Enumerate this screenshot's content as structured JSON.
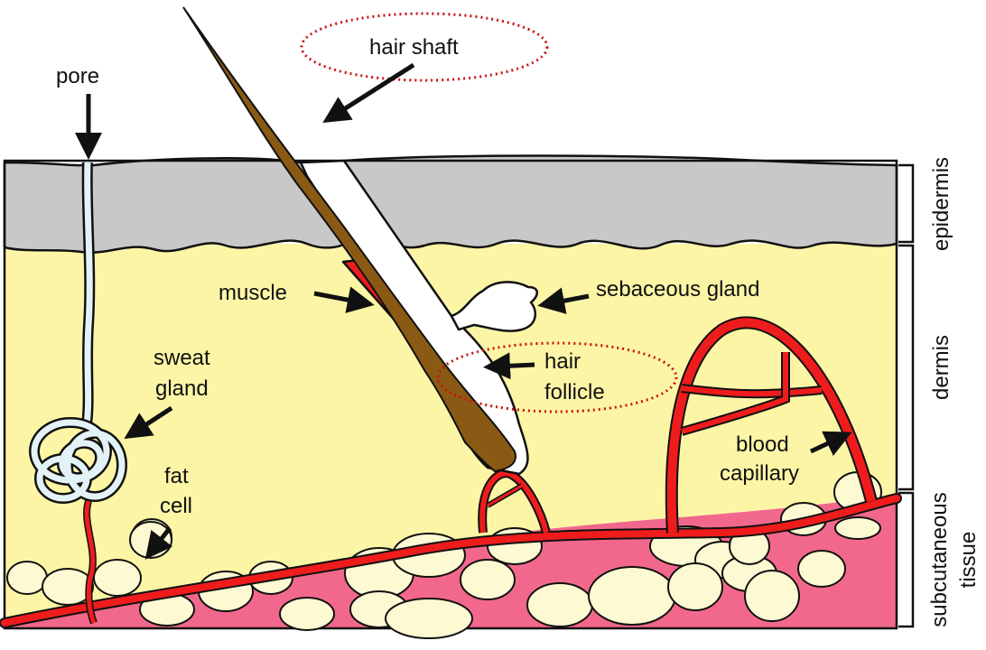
{
  "title": "Cross-section of human skin",
  "colors": {
    "epidermis": "#c8c8c8",
    "dermis": "#fdf5a6",
    "subcutaneous": "#f2688c",
    "hair": "#8a5a14",
    "blood": "#ee1c1c",
    "sweat_duct": "#e3f2f7",
    "fat_cell": "#fdf9d2",
    "highlight": "#cc1111"
  },
  "labels": {
    "pore": "pore",
    "hair_shaft": "hair shaft",
    "muscle": "muscle",
    "sebaceous_gland": "sebaceous gland",
    "hair_follicle_line1": "hair",
    "hair_follicle_line2": "follicle",
    "sweat_gland_line1": "sweat",
    "sweat_gland_line2": "gland",
    "fat_cell_line1": "fat",
    "fat_cell_line2": "cell",
    "blood_capillary_line1": "blood",
    "blood_capillary_line2": "capillary"
  },
  "layers": {
    "epidermis": "epidermis",
    "dermis": "dermis",
    "subcutaneous_line1": "subcutaneous",
    "subcutaneous_line2": "tissue"
  },
  "highlighted": [
    "hair shaft",
    "hair follicle"
  ]
}
